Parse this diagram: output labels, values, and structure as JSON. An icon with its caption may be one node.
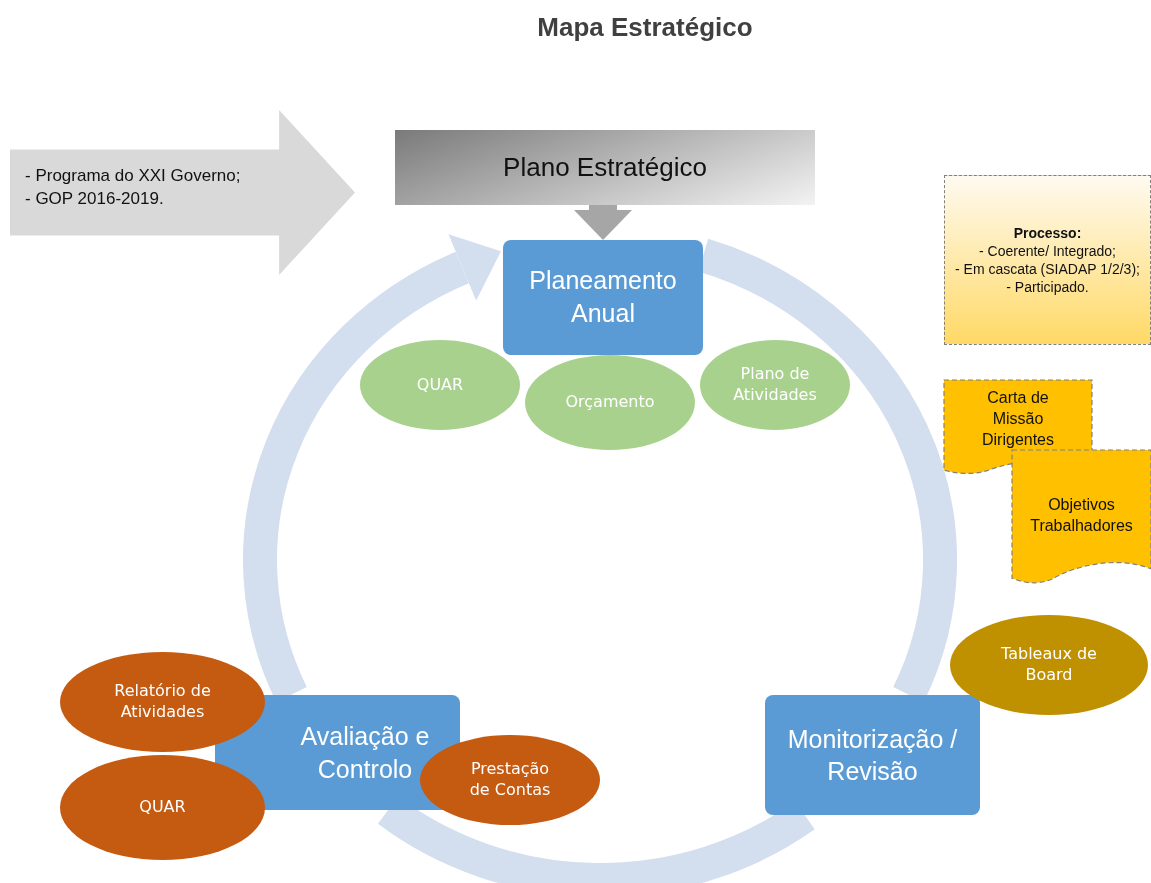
{
  "diagram": {
    "title": "Mapa Estratégico",
    "nodes": [
      {
        "text": [
          "- Programa do XXI Governo;",
          "- GOP 2016-2019."
        ]
      },
      {
        "text": [
          "Plano Estratégico"
        ]
      },
      {
        "text": [
          "Planeamento Anual"
        ]
      },
      {
        "text": [
          "QUAR"
        ]
      },
      {
        "text": [
          "Orçamento"
        ]
      },
      {
        "text": [
          "Plano de Atividades"
        ]
      },
      {
        "text": [
          "Processo:",
          "- Coerente/ Integrado;",
          "- Em cascata (SIADAP 1/2/3);",
          "- Participado."
        ]
      },
      {
        "text": [
          "Carta de Missão Dirigentes"
        ]
      },
      {
        "text": [
          "Objetivos Trabalhadores"
        ]
      },
      {
        "text": [
          "Monitorização / Revisão"
        ]
      },
      {
        "text": [
          "Tableaux de Board"
        ]
      },
      {
        "text": [
          "Avaliação e Controlo"
        ]
      },
      {
        "text": [
          "Relatório de Atividades"
        ]
      },
      {
        "text": [
          "QUAR"
        ]
      },
      {
        "text": [
          "Prestação de Contas"
        ]
      }
    ],
    "edges": [
      {
        "from": 1,
        "to": 2,
        "arrow": "to",
        "color": "#a6a6a6"
      },
      {
        "from": 2,
        "to": 9,
        "arrow": "none"
      },
      {
        "from": 9,
        "to": 11,
        "arrow": "none"
      },
      {
        "from": 11,
        "to": 2,
        "arrow": "to"
      }
    ]
  }
}
